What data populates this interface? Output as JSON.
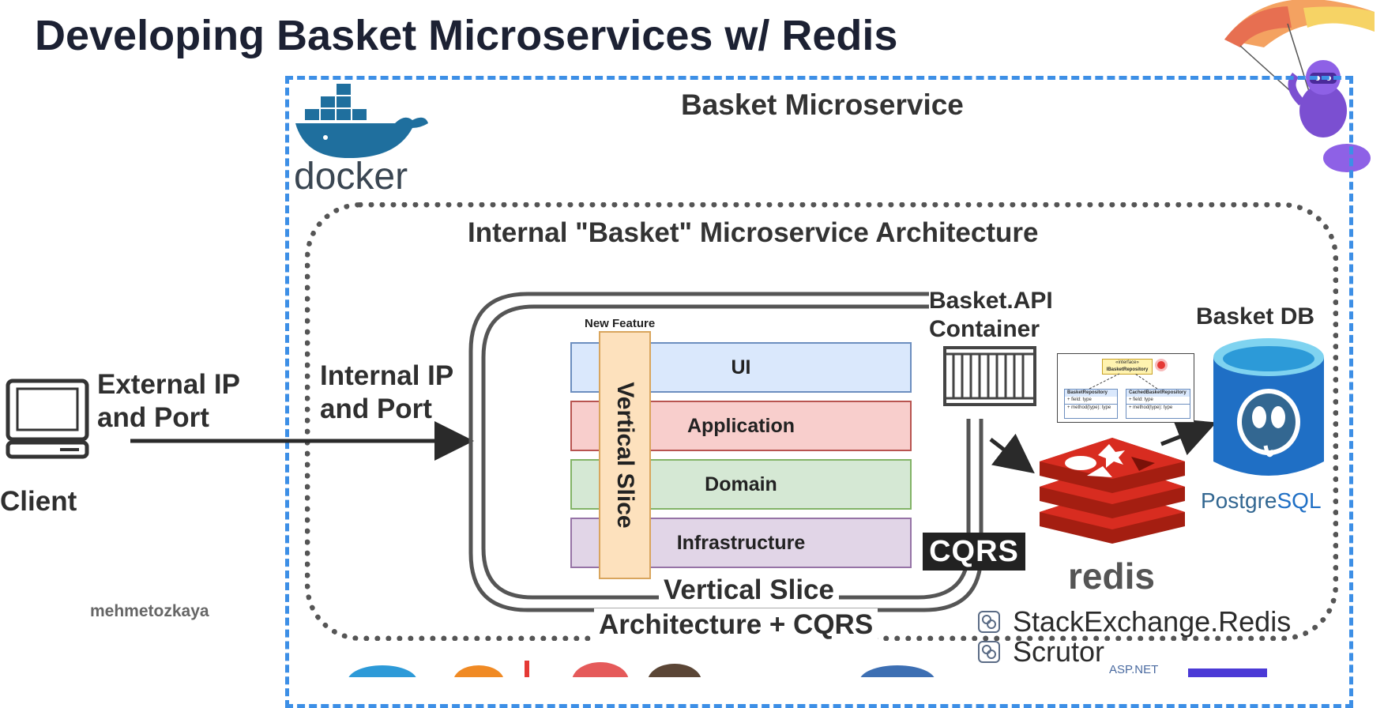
{
  "title": "Developing Basket Microservices w/ Redis",
  "outer_box": {
    "title": "Basket Microservice"
  },
  "docker_logo": {
    "text": "docker",
    "icon": "docker-whale-icon"
  },
  "inner_box": {
    "title": "Internal \"Basket\" Microservice Architecture"
  },
  "client": {
    "label": "Client",
    "icon": "monitor-icon"
  },
  "external_ip": {
    "line1": "External IP",
    "line2": "and Port"
  },
  "internal_ip": {
    "line1": "Internal IP",
    "line2": "and Port"
  },
  "feature_label": "New Feature",
  "vertical_slice_bar": "Vertical Slice",
  "layers": [
    {
      "label": "UI",
      "fill": "#dae8fc",
      "stroke": "#6c8ebf"
    },
    {
      "label": "Application",
      "fill": "#f8cecc",
      "stroke": "#b85450"
    },
    {
      "label": "Domain",
      "fill": "#d5e8d4",
      "stroke": "#82b366"
    },
    {
      "label": "Infrastructure",
      "fill": "#e1d5e7",
      "stroke": "#9673a6"
    }
  ],
  "container": {
    "line1": "Basket.API",
    "line2": "Container"
  },
  "cqrs_badge": "CQRS",
  "architecture_label": {
    "line1": "Vertical Slice",
    "line2": "Architecture + CQRS"
  },
  "class_diagram": {
    "interface_tag": "«interface»",
    "interface_name": "IBasketRepository",
    "class_left": "BasketRepository",
    "class_right": "CachedBasketRepository",
    "field": "+ field: type",
    "method": "+ method(type): type"
  },
  "database": {
    "title": "Basket DB",
    "logo_text_a": "Postgre",
    "logo_text_b": "SQL"
  },
  "redis": {
    "label": "redis"
  },
  "packages": [
    "StackExchange.Redis",
    "Scrutor"
  ],
  "watermark": "mehmetozkaya",
  "footer_partial": "ASP.NET",
  "colors": {
    "outer_dash": "#3d8fe6",
    "redis_red": "#d82c20",
    "postgres_blue": "#1f6fc5",
    "title_dark": "#1c2133"
  }
}
